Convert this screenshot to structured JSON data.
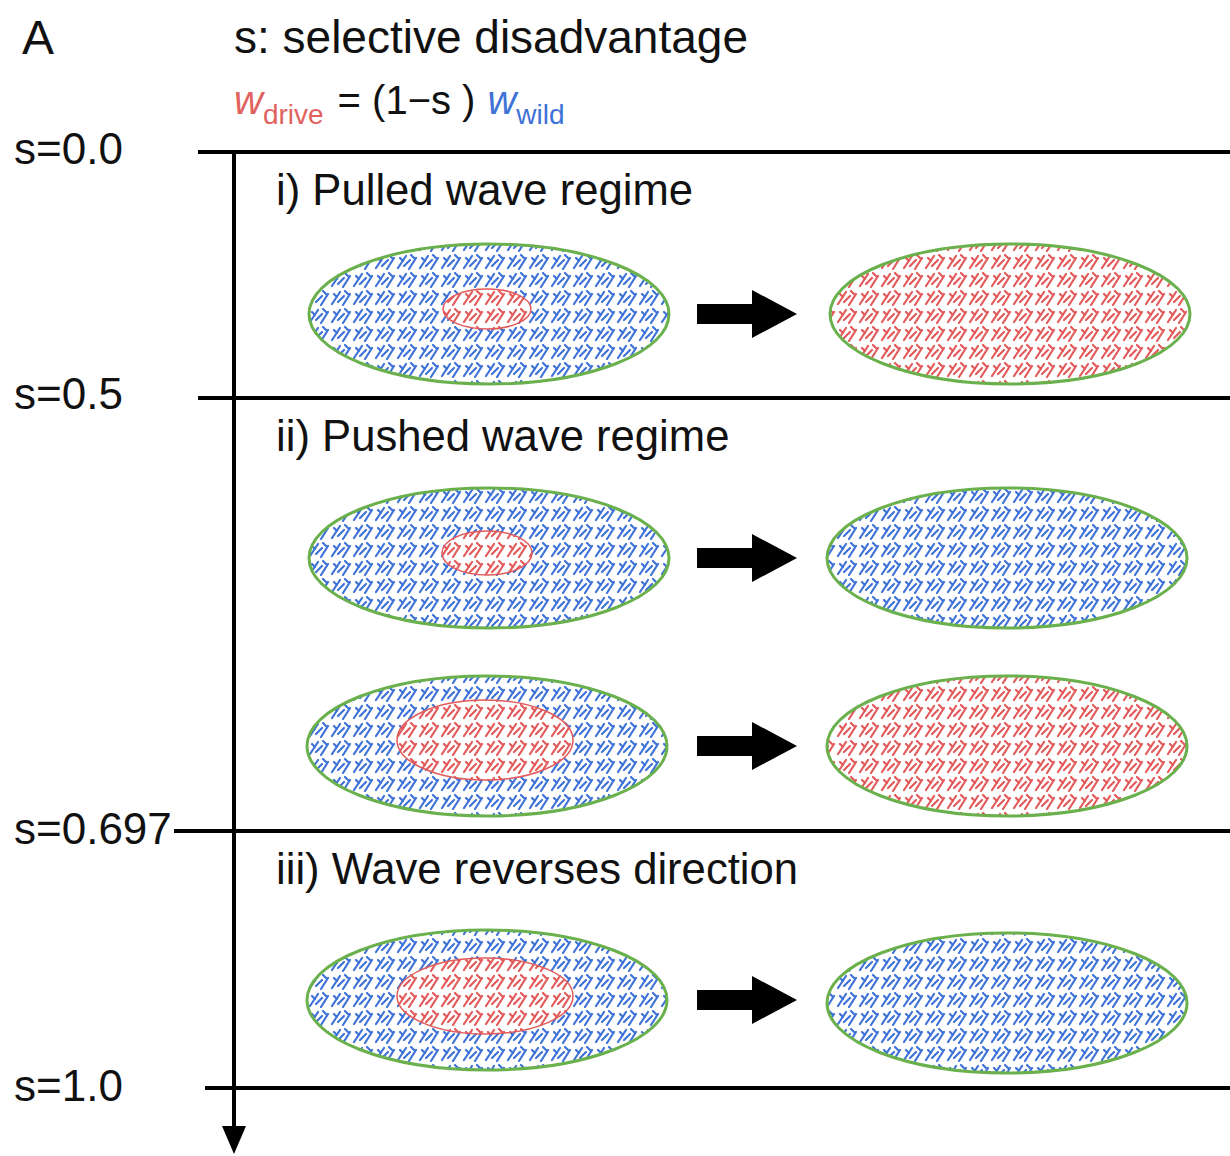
{
  "diagram": {
    "title": "s: selective disadvantage",
    "nodes": [
      {
        "text": [
          "i) Pulled wave regime"
        ]
      },
      {
        "text": [
          "ii) Pushed wave regime"
        ]
      },
      {
        "text": [
          "iii) Wave reverses direction"
        ]
      }
    ],
    "labels": [
      "A",
      "s=0.0",
      "s=0.5",
      "s=0.697",
      "s=1.0",
      "w",
      "drive",
      "= (1−s )",
      "w",
      "wild"
    ]
  }
}
